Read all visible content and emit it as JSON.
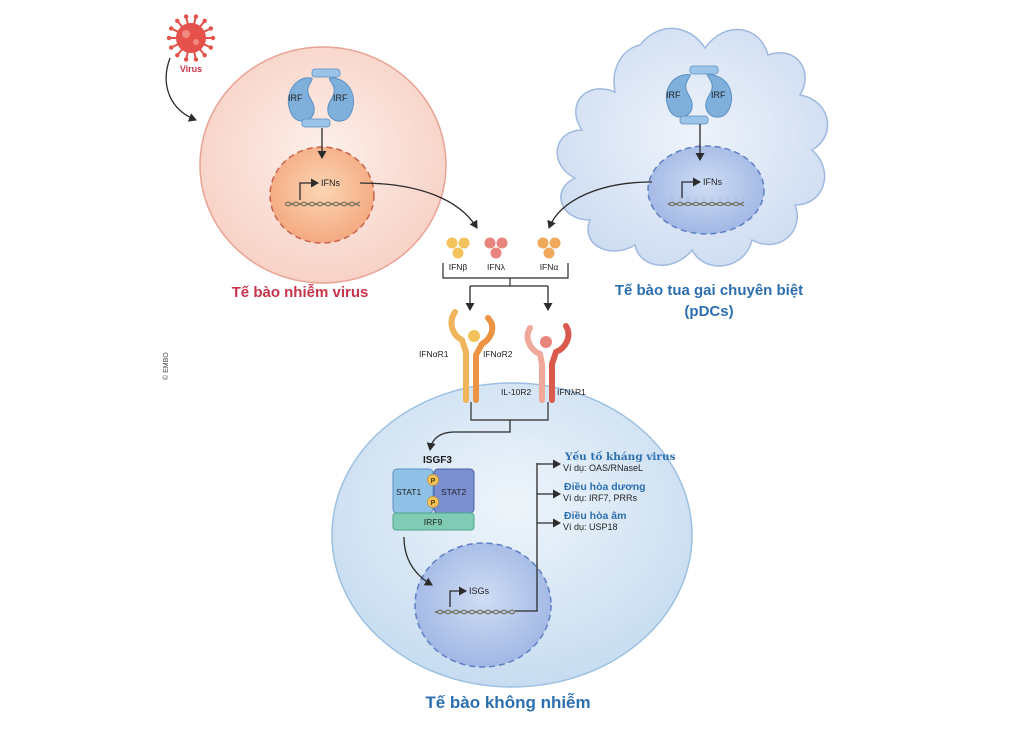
{
  "virus_label": "Virus",
  "infected_cell": {
    "title": "Tế bào nhiễm virus",
    "irf_left": "IRF",
    "irf_right": "IRF",
    "gene": "IFNs"
  },
  "pdc_cell": {
    "title_line1": "Tế bào tua gai chuyên biệt",
    "title_line2": "(pDCs)",
    "irf_left": "IRF",
    "irf_right": "IRF",
    "gene": "IFNs"
  },
  "interferons": {
    "beta": "IFNβ",
    "lambda": "IFNλ",
    "alpha": "IFNα"
  },
  "receptors": {
    "ifnar1": "IFNαR1",
    "ifnar2": "IFNαR2",
    "il10r2": "IL-10R2",
    "ifnlr1": "IFNλR1"
  },
  "uninfected_cell": {
    "title": "Tế bào không nhiễm",
    "complex_name": "ISGF3",
    "stat1": "STAT1",
    "stat2": "STAT2",
    "phospho": "P",
    "irf9": "IRF9",
    "gene": "ISGs"
  },
  "outcomes": [
    {
      "title": "Yếu tố kháng virus",
      "example": "Ví dụ: OAS/RNaseL"
    },
    {
      "title": "Điều hòa dương",
      "example": "Ví dụ: IRF7, PRRs"
    },
    {
      "title": "Điều hòa âm",
      "example": "Ví dụ: USP18"
    }
  ],
  "credit": "© EMBO",
  "colors": {
    "infected_fill": "#fbe3dc",
    "infected_border": "#e9a394",
    "infected_nucleus": "#f8b893",
    "pdc_fill": "#dde8f6",
    "pdc_border": "#9fb9e0",
    "pdc_nucleus": "#b9c9ec",
    "uninfected_fill": "#dbeaf7",
    "uninfected_border": "#9cc0e2",
    "uninfected_nucleus": "#a9c7ec",
    "irf": "#7fb0dc",
    "virus": "#e4524b",
    "ifn_beta": "#f4c25a",
    "ifn_lambda": "#e8857e",
    "ifn_alpha": "#f0a85a",
    "stat1": "#8fc0e6",
    "stat2": "#7a8fd0",
    "irf9": "#7fcbb4",
    "title_red": "#c8354a",
    "title_blue": "#2c6fb0"
  }
}
